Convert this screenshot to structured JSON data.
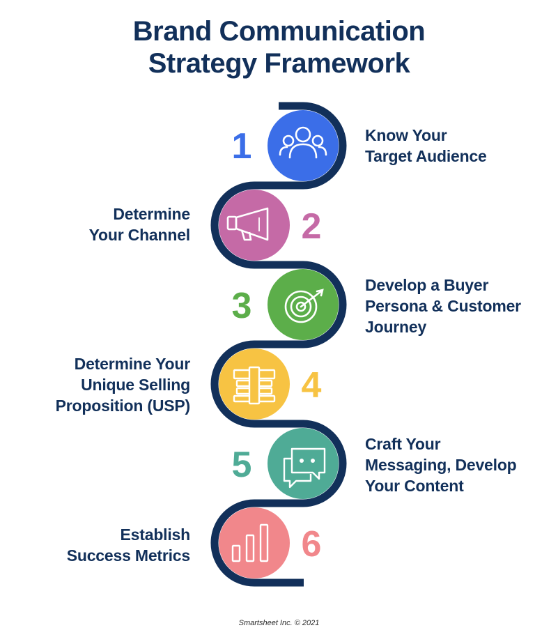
{
  "title_line1": "Brand Communication",
  "title_line2": "Strategy Framework",
  "steps": [
    {
      "number": "1",
      "label": "Know Your\nTarget Audience",
      "icon": "audience-icon",
      "color": "#3b6ee8"
    },
    {
      "number": "2",
      "label": "Determine\nYour Channel",
      "icon": "megaphone-icon",
      "color": "#c56aa6"
    },
    {
      "number": "3",
      "label": "Develop a Buyer\nPersona & Customer\nJourney",
      "icon": "target-icon",
      "color": "#5cae4a"
    },
    {
      "number": "4",
      "label": "Determine Your\nUnique Selling\nProposition (USP)",
      "icon": "money-stack-icon",
      "color": "#f7c343"
    },
    {
      "number": "5",
      "label": "Craft Your\nMessaging, Develop\nYour Content",
      "icon": "chat-bubbles-icon",
      "color": "#4fab96"
    },
    {
      "number": "6",
      "label": "Establish\nSuccess Metrics",
      "icon": "bar-chart-icon",
      "color": "#f1878b"
    }
  ],
  "colors": {
    "title": "#12305a",
    "path": "#12305a"
  },
  "footer": "Smartsheet Inc. © 2021"
}
